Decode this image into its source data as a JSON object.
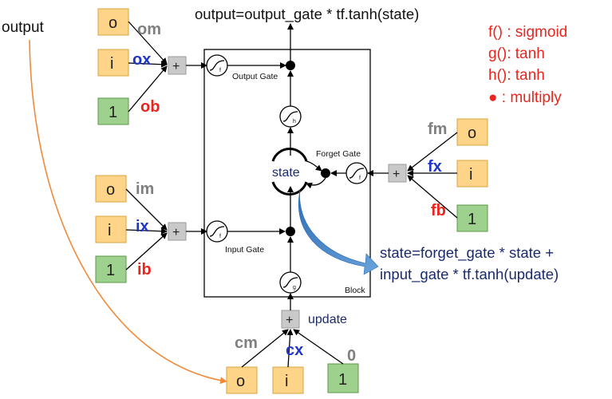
{
  "output_label": "output",
  "top_equation": "output=output_gate * tf.tanh(state)",
  "bottom_equation": {
    "line1": "state=forget_gate * state +",
    "line2": "input_gate * tf.tanh(update)"
  },
  "legend": [
    "f() : sigmoid",
    "g(): tanh",
    "h(): tanh",
    "● : multiply"
  ],
  "inputs": {
    "o": "o",
    "i": "i",
    "one": "1"
  },
  "weights": {
    "output": {
      "o": "om",
      "i": "ox",
      "one": "ob"
    },
    "input": {
      "o": "im",
      "i": "ix",
      "one": "ib"
    },
    "forget": {
      "o": "fm",
      "i": "fx",
      "one": "fb"
    },
    "update": {
      "o": "cm",
      "i": "cx",
      "one": "0"
    }
  },
  "plus": "+",
  "gates": {
    "output": "Output Gate",
    "input": "Input Gate",
    "forget": "Forget Gate"
  },
  "func_labels": {
    "f": "f",
    "g": "g",
    "h": "h"
  },
  "state_label": "state",
  "update_label": "update",
  "block_label": "Block",
  "colors": {
    "orange_box": "#fdd488",
    "green_box": "#9ed08e",
    "gray_weight": "#7f7f7f",
    "blue_weight": "#1f34c8",
    "red_weight": "#e8261d",
    "curve_arrow": "#f08a3a",
    "state_arrow": "#3b7bbf"
  }
}
